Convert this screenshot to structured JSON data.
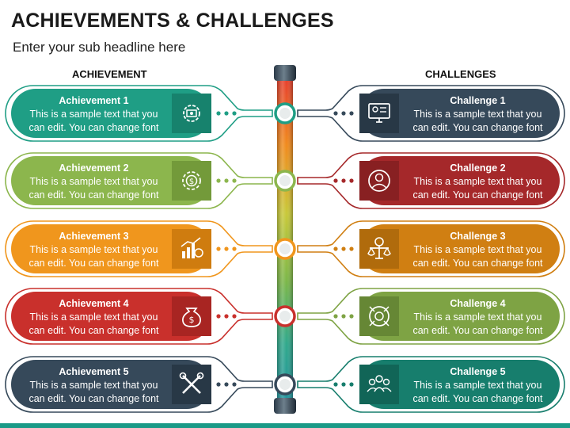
{
  "title": "ACHIEVEMENTS & CHALLENGES",
  "subtitle": "Enter your sub headline here",
  "left_heading": "ACHIEVEMENT",
  "right_heading": "CHALLENGES",
  "achievements": [
    {
      "title": "Achievement 1",
      "line1": "This is a sample text that you",
      "line2": "can edit. You can change font",
      "color": "#1f9e85",
      "dark": "#17826d",
      "icon": "money-gear-icon"
    },
    {
      "title": "Achievement 2",
      "line1": "This is a sample text that you",
      "line2": "can edit. You can change font",
      "color": "#8cb64d",
      "dark": "#739a3a",
      "icon": "dollar-gear-icon"
    },
    {
      "title": "Achievement 3",
      "line1": "This is a sample text that you",
      "line2": "can edit. You can change font",
      "color": "#f0961d",
      "dark": "#cf7c0f",
      "icon": "growth-chart-icon"
    },
    {
      "title": "Achievement 4",
      "line1": "This is a sample text that you",
      "line2": "can edit. You can change font",
      "color": "#c9302c",
      "dark": "#a82522",
      "icon": "money-bag-icon"
    },
    {
      "title": "Achievement 5",
      "line1": "This is a sample text that you",
      "line2": "can edit. You can change font",
      "color": "#36495a",
      "dark": "#283846",
      "icon": "tools-icon"
    }
  ],
  "challenges": [
    {
      "title": "Challenge 1",
      "line1": "This is a sample text that you",
      "line2": "can edit. You can change font",
      "color": "#36495a",
      "dark": "#283846",
      "icon": "computer-profile-icon"
    },
    {
      "title": "Challenge 2",
      "line1": "This is a sample text that you",
      "line2": "can edit. You can change font",
      "color": "#a5282a",
      "dark": "#882022",
      "icon": "businessman-icon"
    },
    {
      "title": "Challenge 3",
      "line1": "This is a sample text that you",
      "line2": "can edit. You can change font",
      "color": "#d07f12",
      "dark": "#b06b0c",
      "icon": "balance-scale-icon"
    },
    {
      "title": "Challenge 4",
      "line1": "This is a sample text that you",
      "line2": "can edit. You can change font",
      "color": "#7ea344",
      "dark": "#668735",
      "icon": "network-icon"
    },
    {
      "title": "Challenge 5",
      "line1": "This is a sample text that you",
      "line2": "can edit. You can change font",
      "color": "#177e6d",
      "dark": "#116557",
      "icon": "team-icon"
    }
  ]
}
